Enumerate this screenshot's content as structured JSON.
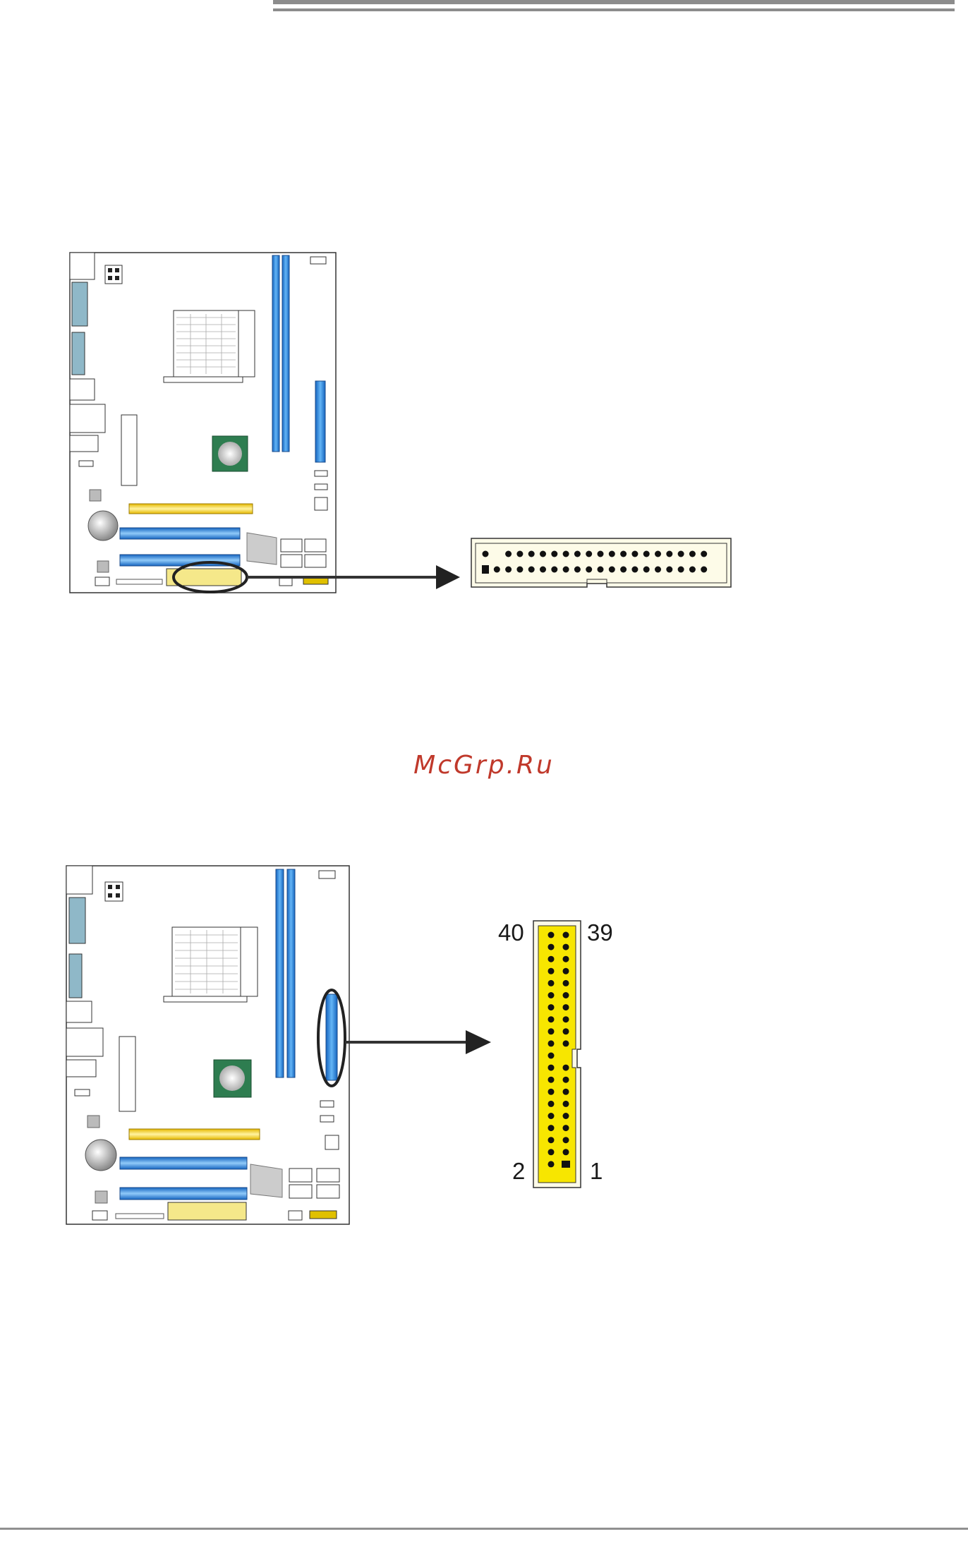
{
  "page": {
    "watermark": "McGrp.Ru",
    "watermark_color": "#c0392b",
    "rule_color": "#8c8c8c"
  },
  "figure1": {
    "connector": "horizontal-40-pin-header"
  },
  "figure2": {
    "pin_labels": {
      "top_left": "40",
      "top_right": "39",
      "bottom_left": "2",
      "bottom_right": "1"
    },
    "connector": "vertical-40-pin-ide-header"
  },
  "colors": {
    "slot_blue": "#1e88d8",
    "slot_yellow": "#f5d83a",
    "ide_yellow": "#f7e600",
    "board_outline": "#333333"
  }
}
